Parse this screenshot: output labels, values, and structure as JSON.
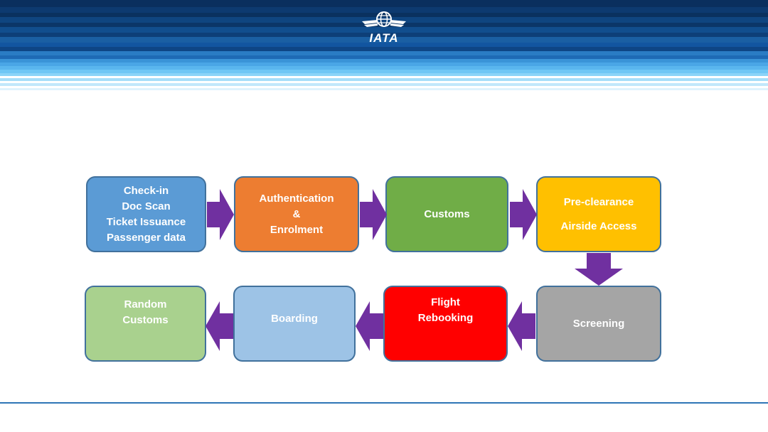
{
  "brand": {
    "logo_text": "IATA"
  },
  "nodes": {
    "checkin": {
      "lines": [
        "Check-in",
        "Doc Scan",
        "Ticket Issuance",
        "Passenger data"
      ],
      "color": "#5b9bd5"
    },
    "authentication": {
      "lines": [
        "Authentication",
        "&",
        "Enrolment"
      ],
      "color": "#ed7d31"
    },
    "customs": {
      "lines": [
        "Customs"
      ],
      "color": "#70ad47"
    },
    "preclearance": {
      "lines": [
        "Pre-clearance",
        "Airside Access"
      ],
      "color": "#ffc000"
    },
    "screening": {
      "lines": [
        "Screening"
      ],
      "color": "#a5a5a5"
    },
    "flight_rebooking": {
      "lines": [
        "Flight",
        "Rebooking"
      ],
      "color": "#ff0000"
    },
    "boarding": {
      "lines": [
        "Boarding"
      ],
      "color": "#9dc3e6"
    },
    "random_customs": {
      "lines": [
        "Random",
        "Customs"
      ],
      "color": "#a9d18e"
    }
  },
  "colors": {
    "arrow": "#7030a0",
    "node_border": "#41719c",
    "header_dark": "#0b3a6e",
    "header_light": "#6ec6f5",
    "footer_line": "#2e75b6"
  }
}
